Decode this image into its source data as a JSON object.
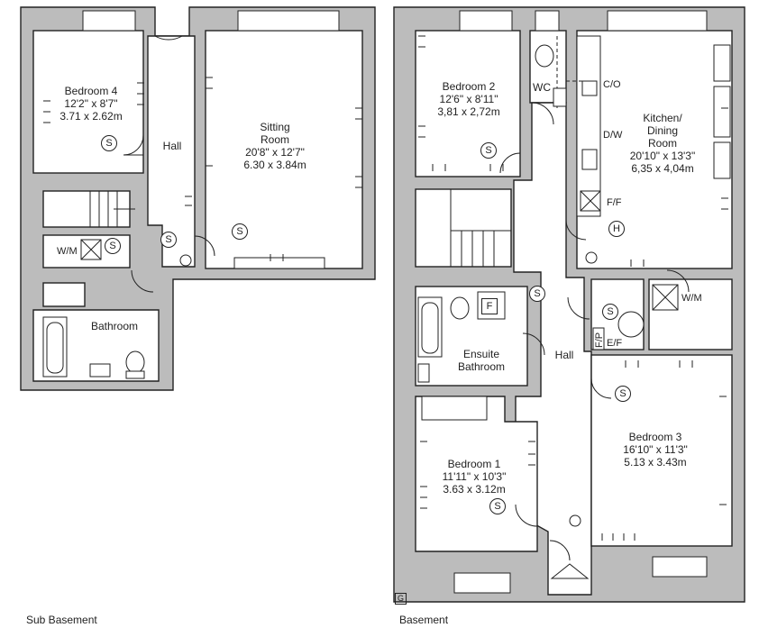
{
  "floors": {
    "sub_basement": {
      "caption": "Sub Basement",
      "rooms": {
        "bedroom4": {
          "name": "Bedroom 4",
          "imperial": "12'2\" x 8'7\"",
          "metric": "3.71 x 2.62m"
        },
        "sitting": {
          "name1": "Sitting",
          "name2": "Room",
          "imperial": "20'8\" x 12'7\"",
          "metric": "6.30 x 3.84m"
        },
        "hall": {
          "name": "Hall"
        },
        "bathroom": {
          "name": "Bathroom"
        }
      },
      "tags": {
        "wm": "W/M"
      }
    },
    "basement": {
      "caption": "Basement",
      "corner_mark": "G",
      "rooms": {
        "bedroom2": {
          "name": "Bedroom 2",
          "imperial": "12'6\" x 8'11\"",
          "metric": "3,81 x 2,72m"
        },
        "kitchen": {
          "name1": "Kitchen/",
          "name2": "Dining",
          "name3": "Room",
          "imperial": "20'10\" x 13'3\"",
          "metric": "6,35 x 4,04m"
        },
        "wc": {
          "name": "WC"
        },
        "ensuite": {
          "name1": "Ensuite",
          "name2": "Bathroom"
        },
        "hall": {
          "name": "Hall"
        },
        "bedroom1": {
          "name": "Bedroom 1",
          "imperial": "11'11\" x 10'3\"",
          "metric": "3.63 x 3.12m"
        },
        "bedroom3": {
          "name": "Bedroom 3",
          "imperial": "16'10\" x 11'3\"",
          "metric": "5.13 x 3.43m"
        }
      },
      "tags": {
        "co": "C/O",
        "dw": "D/W",
        "ff": "F/F",
        "wm": "W/M",
        "fp": "F/P",
        "ef": "E/F"
      }
    }
  },
  "symbols": {
    "smoke": "S",
    "heat": "H",
    "flue": "F"
  }
}
